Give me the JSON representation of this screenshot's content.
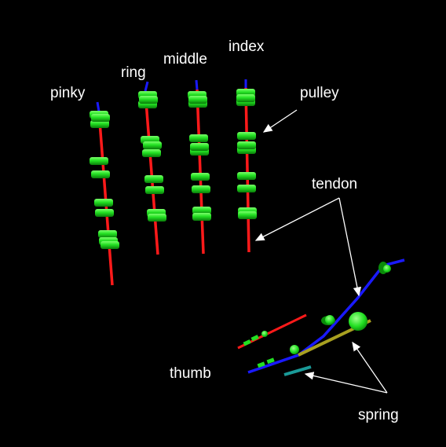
{
  "labels": {
    "pinky": "pinky",
    "ring": "ring",
    "middle": "middle",
    "index": "index",
    "pulley": "pulley",
    "tendon": "tendon",
    "thumb": "thumb",
    "spring": "spring"
  },
  "colors": {
    "background": "#000000",
    "tendon_red": "#ff1a1a",
    "tendon_blue": "#1a1aff",
    "pulley_green": "#22e022",
    "pulley_dark": "#0a8a0a",
    "spring_yellow": "#a8a020",
    "spring_teal": "#1a9a98",
    "text": "#ffffff",
    "arrow": "#ffffff"
  },
  "fingers": [
    {
      "name": "pinky",
      "pulleys": 10
    },
    {
      "name": "ring",
      "pulleys": 10
    },
    {
      "name": "middle",
      "pulleys": 10
    },
    {
      "name": "index",
      "pulleys": 10
    }
  ]
}
